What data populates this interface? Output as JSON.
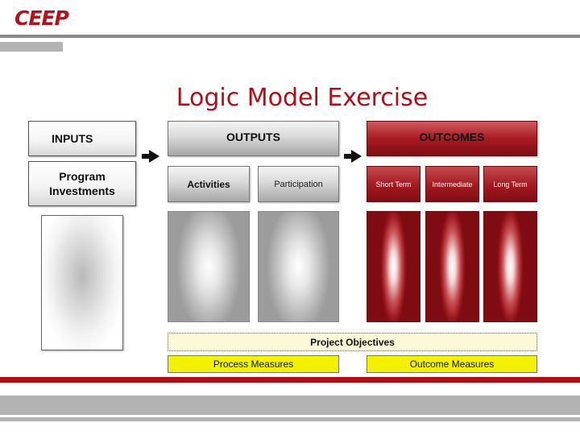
{
  "header": {
    "logo_text": "CEEP"
  },
  "slide": {
    "title": "Logic Model Exercise"
  },
  "inputs": {
    "header": "INPUTS",
    "sub": "Program\nInvestments"
  },
  "outputs": {
    "header": "OUTPUTS",
    "activities": "Activities",
    "participation": "Participation"
  },
  "outcomes": {
    "header": "OUTCOMES",
    "short_term": "Short Term",
    "intermediate": "Intermediate",
    "long_term": "Long Term"
  },
  "footer_rows": {
    "project_objectives": "Project Objectives",
    "process_measures": "Process Measures",
    "outcome_measures": "Outcome Measures"
  },
  "colors": {
    "brand_red": "#b00f17",
    "highlight_yellow": "#f2f200",
    "objective_bg": "#fbf9d8"
  }
}
